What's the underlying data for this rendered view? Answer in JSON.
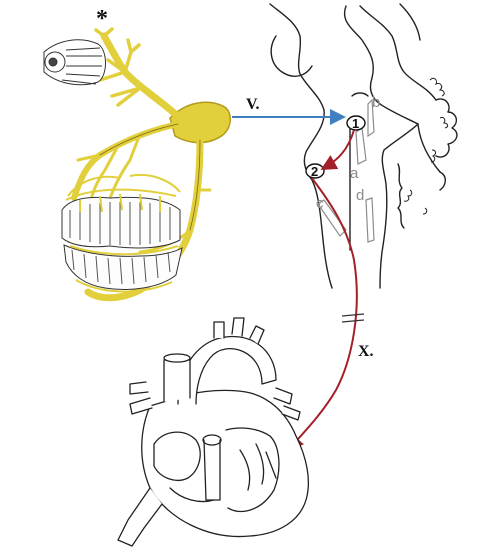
{
  "labels": {
    "asterisk": "*",
    "v": "V.",
    "x": "X.",
    "n1": "1",
    "n2": "2",
    "a": "a",
    "b": "b",
    "c": "c",
    "d": "d"
  },
  "colors": {
    "nerve": "#e2cf3c",
    "nerve_edge": "#b39b1a",
    "blue_arrow": "#3f7fc0",
    "red_arrow": "#a3202a",
    "line": "#222222",
    "grey_label": "#8c8c8c"
  }
}
